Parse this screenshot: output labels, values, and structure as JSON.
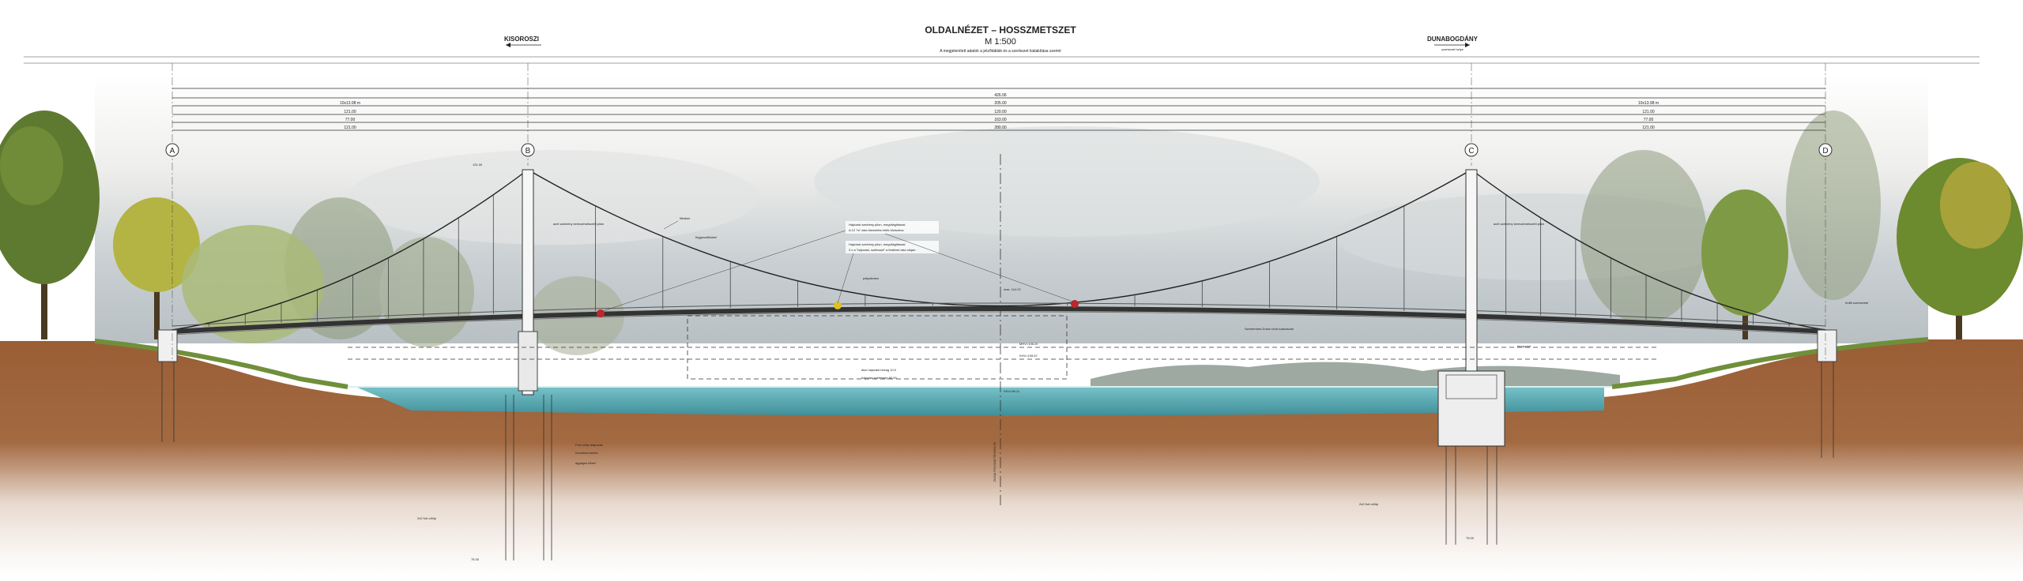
{
  "header": {
    "title": "OLDALNÉZET – HOSSZMETSZET",
    "scale": "M 1:500",
    "note": "A megjelenített adatok a jelzőtáblák és a szerkezet kialakítása szerint"
  },
  "banks": {
    "left": "KISOROSZI",
    "right": "DUNABOGDÁNY",
    "right_sub": "szerkezet helye"
  },
  "axes": {
    "a": "A",
    "b": "B",
    "c": "C",
    "d": "D"
  },
  "dimensions": {
    "total_span": "426.06",
    "row1_left": "10x13.98 m",
    "row1_mid": "205.00",
    "row1_right": "10x13.98 m",
    "row2_left": "121.00",
    "row2_mid": "120.00",
    "row2_right": "121.00",
    "row3_left": "77.00",
    "row3_mid": "163.00",
    "row3_right": "77.00",
    "row4_left": "121.00",
    "row4_mid": "280.00",
    "row4_right": "121.00"
  },
  "annotations": {
    "tower_left_height": "131.00",
    "main_cable": "főkábel",
    "hanger": "függesztőkábel",
    "pylon_note": "acél szekrény keresztmetszetű pilon",
    "deck_note_1": "Hajózási szelvény pilon, megvilágítással",
    "deck_note_2": "A 12 \"m\" alsó kiemelési érték biztosítva",
    "deck_note_3": "Hajózási szelvény pilon, megvilágítással",
    "deck_note_4": "3 x a \"hajózási, szélessel\" a fedélzet alsó síkján",
    "deck_label": "pályalemez",
    "mid_elev": "max. 114.22",
    "water_high": "MHV=106.20",
    "water_mid": "KHV=105.67",
    "water_low": "KKV=96.11",
    "nav_height": "alsó hajózási hézag 10.0",
    "nav_width": "hajózási szélesség 80.00",
    "river_axis": "DUNA FOLYAM TENGELYE",
    "foundation_left": "Fúrt cölöp alapozás",
    "foundation_right": "Szentendrei-Duna rövid szakaszán",
    "pile_left": "2x2 fúrt cölöp",
    "pile_right": "2x2 fúrt cölöp",
    "ground_level": "terepszint",
    "soil_note_1": "homokos kavics",
    "soil_note_2": "agyagos kőzet",
    "depth_left": "75.30",
    "depth_right": "75.00",
    "pylon_right_note": "acél szekrény keresztmetszetű pilon",
    "abut_note": "hídfő szerkezete"
  },
  "colors": {
    "sky_top": "#f2f2f0",
    "sky_low": "#c8cdd0",
    "water": "#5da9b3",
    "soil": "#a0643a",
    "soil_dark": "#7a4a2a",
    "grass": "#6f8f3a",
    "tree_dark": "#4f6b2c",
    "tree_light": "#b9c24a",
    "tree_orange": "#a8a23a",
    "red_mark": "#c0262d",
    "yellow_mark": "#e0c020"
  }
}
